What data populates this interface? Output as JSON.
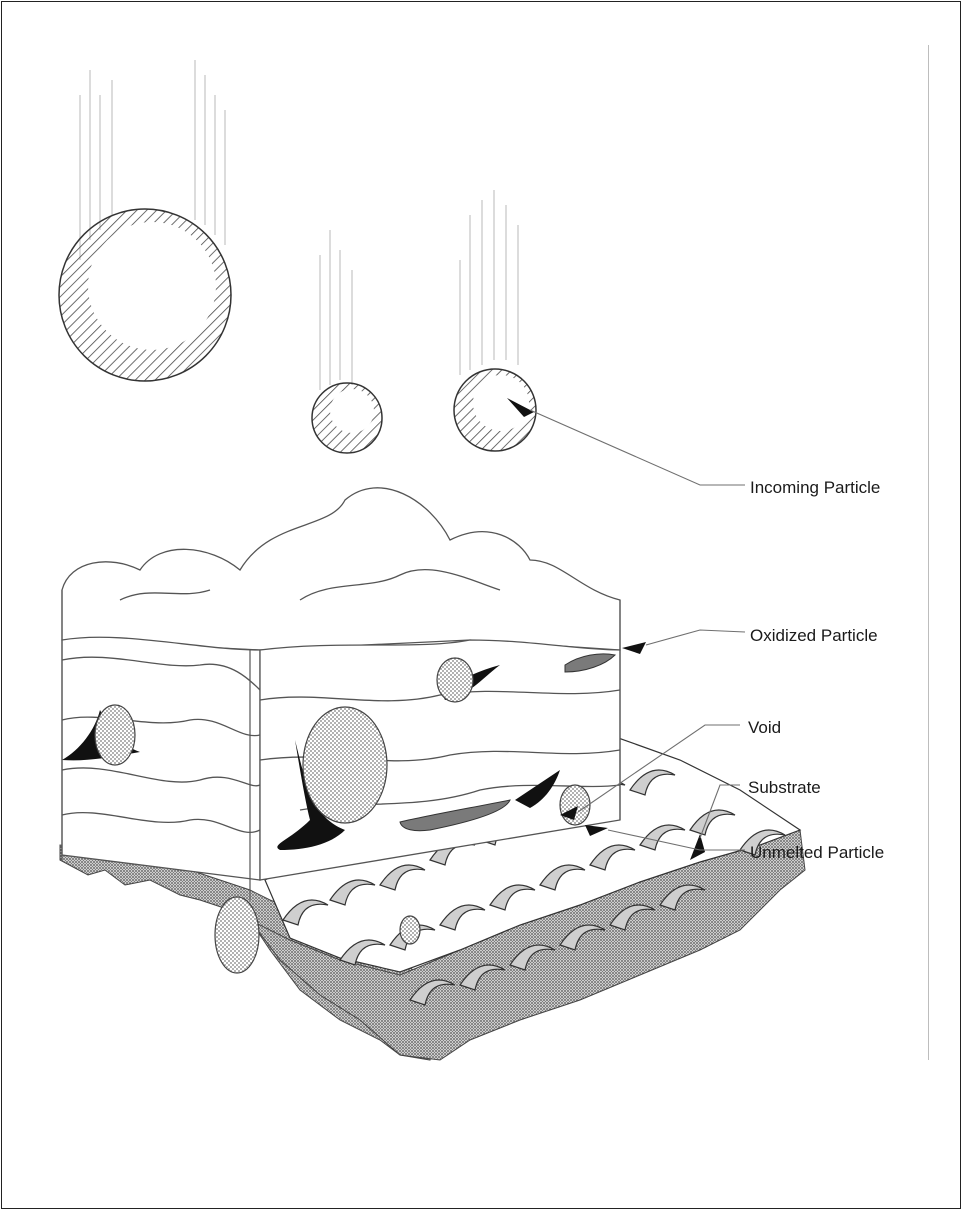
{
  "labels": {
    "incoming": "Incoming Particle",
    "oxidized": "Oxidized Particle",
    "void": "Void",
    "unmelted": "Unmelted Particle",
    "substrate": "Substrate"
  },
  "colors": {
    "line": "#1f1f1f",
    "hatch": "#4a4a4a",
    "stipple": "#8a8a8a",
    "void": "#111111",
    "oxide": "#7a7a7a",
    "leader": "#6f6f6f"
  }
}
